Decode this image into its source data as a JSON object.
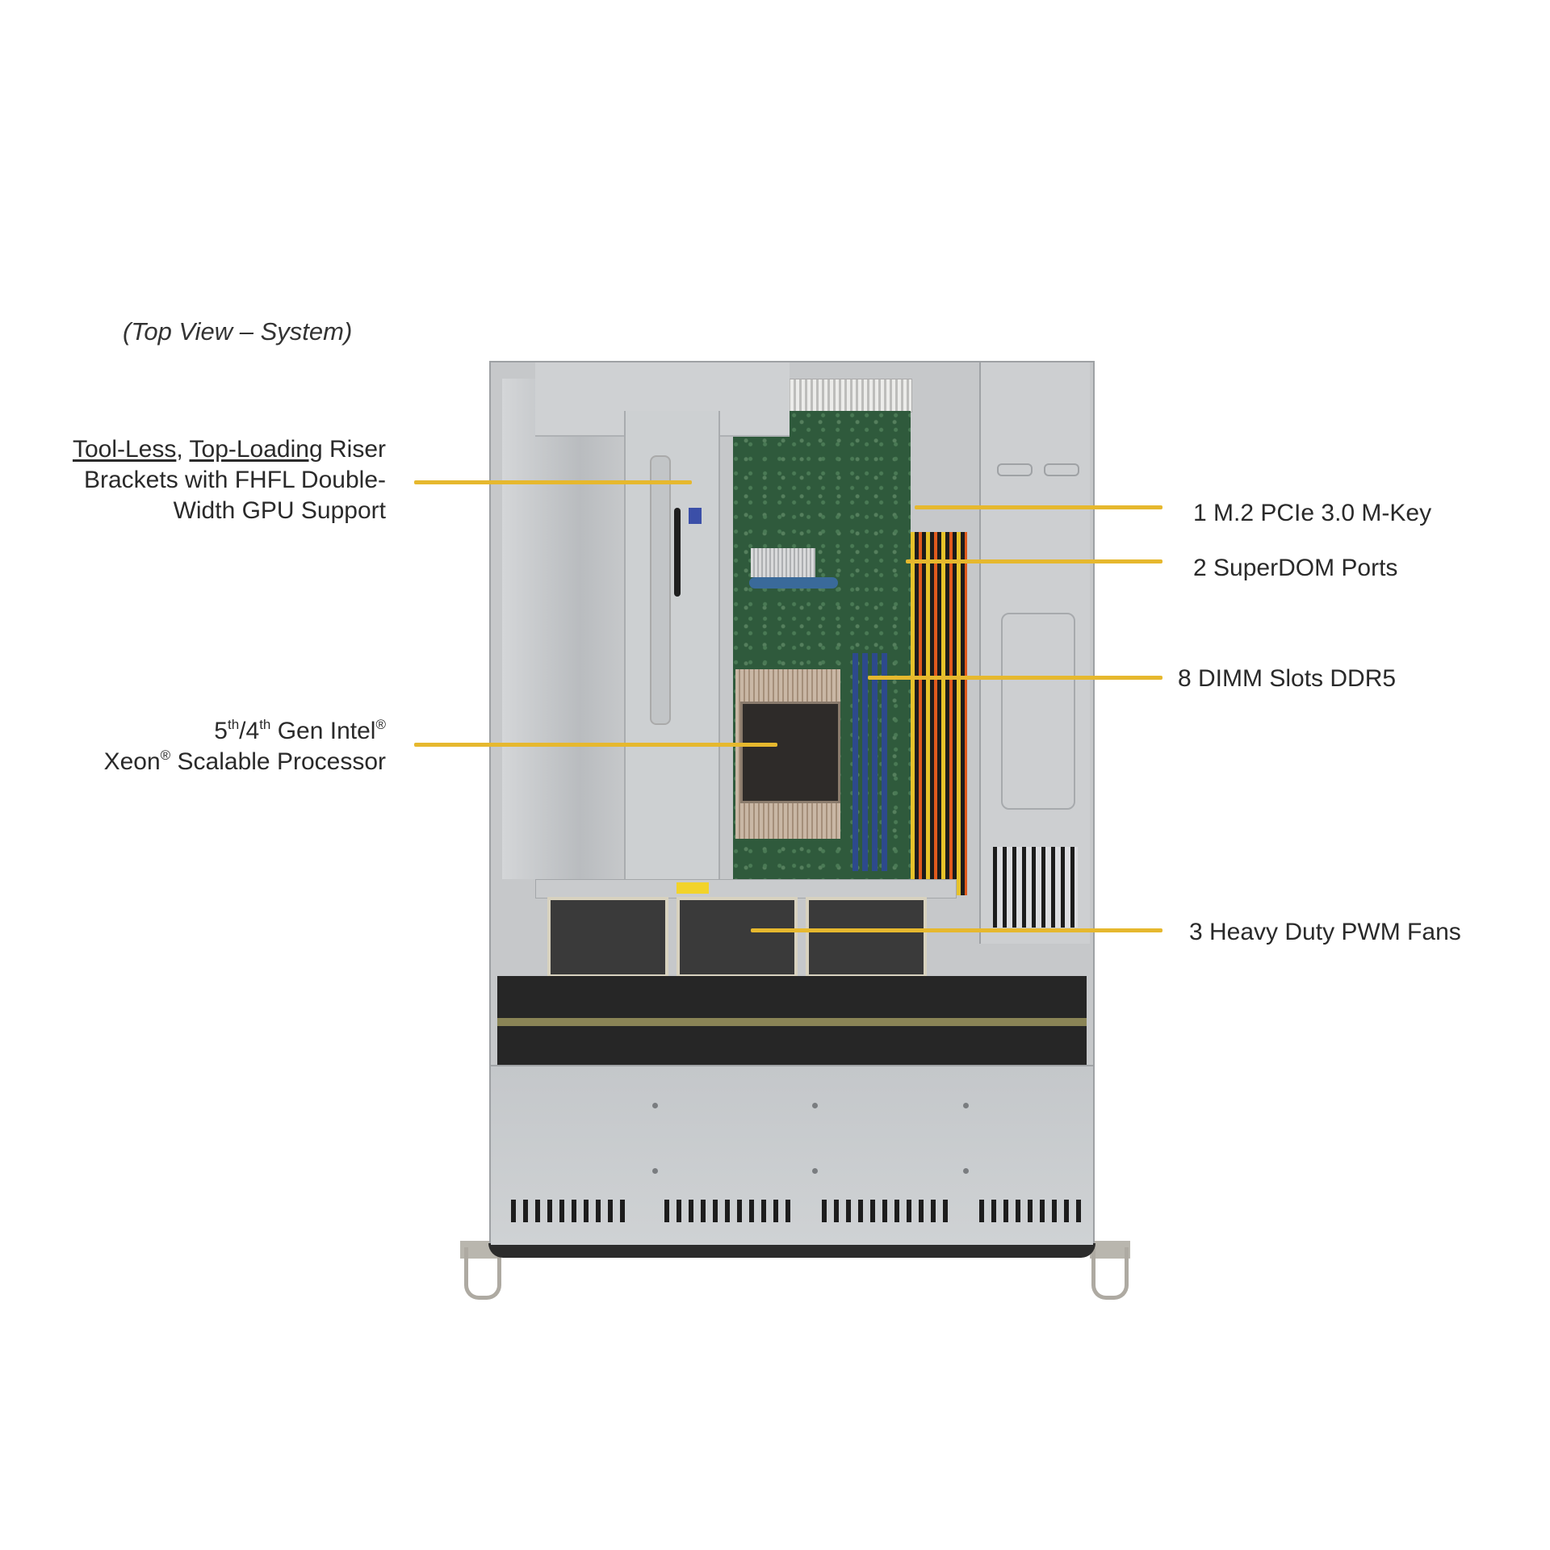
{
  "caption": "(Top View – System)",
  "callout_color": "#e6b82e",
  "labels": {
    "riser": {
      "line1_part1": "Tool-Less",
      "line1_sep": ", ",
      "line1_part2": "Top-Loading",
      "line1_part3": " Riser",
      "line2": "Brackets with FHFL Double-",
      "line3": "Width GPU Support"
    },
    "processor": {
      "gen_a": "5",
      "gen_a_sup": "th",
      "slash": "/4",
      "gen_b_sup": "th",
      "line1_rest": " Gen Intel",
      "reg": "®",
      "line2_a": "Xeon",
      "line2_b": " Scalable Processor"
    },
    "m2": "1 M.2 PCIe 3.0 M-Key",
    "superdom": "2 SuperDOM Ports",
    "dimm": "8 DIMM Slots DDR5",
    "fans": "3 Heavy Duty PWM Fans"
  }
}
